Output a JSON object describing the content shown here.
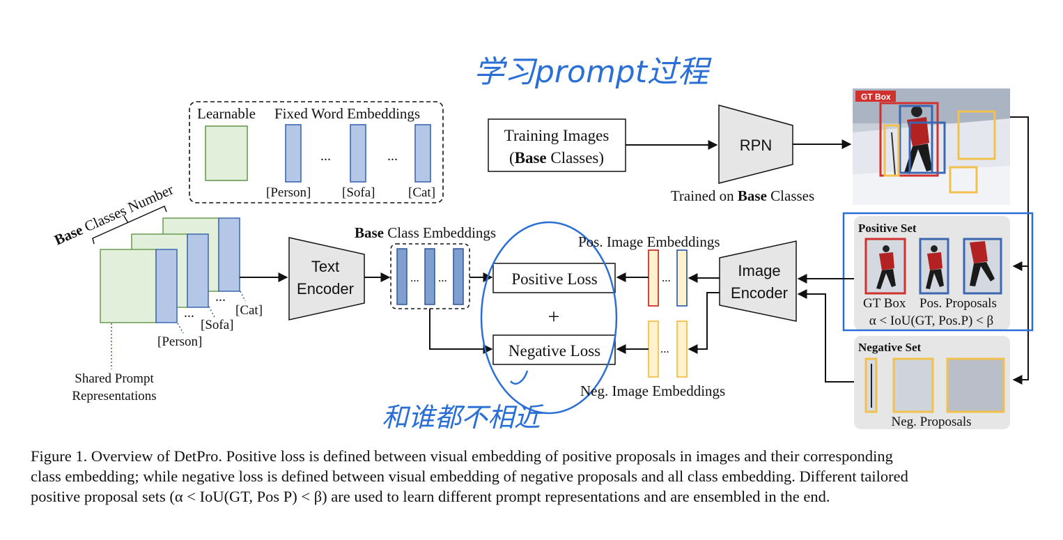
{
  "figure": {
    "handwritten_top": "学习prompt过程",
    "handwritten_bottom": "和谁都不相近",
    "prompt_box": {
      "learnable": "Learnable",
      "fixed": "Fixed Word Embeddings",
      "ellipsis1": "...",
      "ellipsis2": "...",
      "person": "[Person]",
      "sofa": "[Sofa]",
      "cat": "[Cat]"
    },
    "stack": {
      "base_bold": "Base",
      "base_rest": " Classes Number",
      "cat": "[Cat]",
      "sofa": "[Sofa]",
      "person": "[Person]",
      "dots1": "...",
      "dots2": "...",
      "shared1": "Shared Prompt",
      "shared2": "Representations"
    },
    "text_encoder": {
      "line1": "Text",
      "line2": "Encoder"
    },
    "class_emb": {
      "bold": "Base",
      "rest": " Class Embeddings",
      "dots1": "...",
      "dots2": "..."
    },
    "training": {
      "line1": "Training Images",
      "line2_open": "(",
      "line2_bold": "Base",
      "line2_rest": " Classes)"
    },
    "rpn": {
      "label": "RPN",
      "trained_pre": "Trained on ",
      "trained_bold": "Base",
      "trained_post": " Classes"
    },
    "gt_box_label": "GT Box",
    "loss": {
      "positive": "Positive Loss",
      "plus": "+",
      "negative": "Negative Loss"
    },
    "pos_emb": {
      "label": "Pos. Image Embeddings",
      "dots": "..."
    },
    "neg_emb": {
      "label": "Neg. Image Embeddings",
      "dots": "..."
    },
    "image_encoder": {
      "line1": "Image",
      "line2": "Encoder"
    },
    "positive_set": {
      "title": "Positive Set",
      "gt": "GT Box",
      "proposals": "Pos. Proposals",
      "condition": "α < IoU(GT, Pos.P) < β"
    },
    "negative_set": {
      "title": "Negative Set",
      "proposals": "Neg. Proposals"
    },
    "colors": {
      "green_fill": "#e2efda",
      "green_stroke": "#6a9a4f",
      "blue_fill": "#b4c7e7",
      "blue_stroke": "#3b66b0",
      "red": "#d0312d",
      "yellow_fill": "#fff2cc",
      "yellow_stroke": "#f2c04d",
      "gray": "#e6e6e6",
      "ink": "#2a6fd6"
    }
  },
  "caption": {
    "line1": "Figure 1. Overview of DetPro. Positive loss is defined between visual embedding of positive proposals in images and their corresponding",
    "line2": "class embedding; while negative loss is defined between visual embedding of negative proposals and all class embedding. Different tailored",
    "line3": "positive proposal sets (α < IoU(GT, Pos P) < β) are used to learn different prompt representations and are ensembled in the end."
  }
}
